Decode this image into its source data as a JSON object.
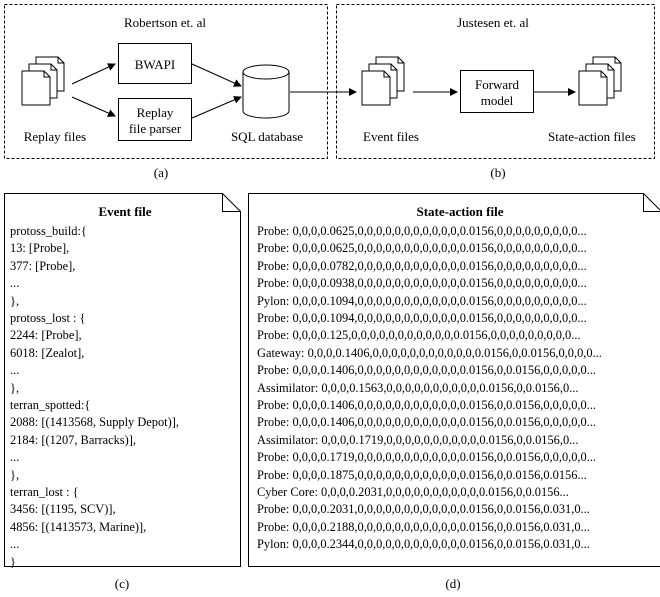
{
  "panel_a": {
    "title": "Robertson et. al",
    "replay_files_label": "Replay files",
    "bwapi_label": "BWAPI",
    "parser_label_line1": "Replay",
    "parser_label_line2": "file parser",
    "sql_label": "SQL database",
    "caption": "(a)"
  },
  "panel_b": {
    "title": "Justesen et. al",
    "event_files_label": "Event files",
    "forward_model_line1": "Forward",
    "forward_model_line2": "model",
    "state_action_files_label": "State-action files",
    "caption": "(b)"
  },
  "panel_c": {
    "title": "Event file",
    "lines": [
      "protoss_build:{",
      "   13: [Probe],",
      "   377: [Probe],",
      "   ...",
      "},",
      "protoss_lost : {",
      "   2244: [Probe],",
      "   6018: [Zealot],",
      "...",
      "},",
      "terran_spotted:{",
      "   2088: [(1413568, Supply Depot)],",
      "   2184: [(1207, Barracks)],",
      "   ...",
      "},",
      "terran_lost : {",
      "   3456: [(1195, SCV)],",
      "   4856: [(1413573, Marine)],",
      "...",
      "}"
    ],
    "caption": "(c)"
  },
  "panel_d": {
    "title": "State-action file",
    "lines": [
      "Probe: 0,0,0,0.0625,0,0,0,0,0,0,0,0,0,0,0,0.0156,0,0,0,0,0,0,0,0,0...",
      "Probe: 0,0,0,0.0625,0,0,0,0,0,0,0,0,0,0,0,0.0156,0,0,0,0,0,0,0,0,0...",
      "Probe: 0,0,0,0.0782,0,0,0,0,0,0,0,0,0,0,0,0.0156,0,0,0,0,0,0,0,0,0...",
      "Probe: 0,0,0,0.0938,0,0,0,0,0,0,0,0,0,0,0,0.0156,0,0,0,0,0,0,0,0,0...",
      "Pylon: 0,0,0,0.1094,0,0,0,0,0,0,0,0,0,0,0,0.0156,0,0,0,0,0,0,0,0,0...",
      "Probe: 0,0,0,0.1094,0,0,0,0,0,0,0,0,0,0,0,0.0156,0,0,0,0,0,0,0,0,0...",
      "Probe: 0,0,0,0.125,0,0,0,0,0,0,0,0,0,0,0,0.0156,0,0,0,0,0,0,0,0,0...",
      "Gateway: 0,0,0,0.1406,0,0,0,0,0,0,0,0,0,0,0,0.0156,0,0.0156,0,0,0,0...",
      "Probe: 0,0,0,0.1406,0,0,0,0,0,0,0,0,0,0,0,0.0156,0,0.0156,0,0,0,0,0...",
      "Assimilator: 0,0,0,0.1563,0,0,0,0,0,0,0,0,0,0,0.0156,0,0.0156,0...",
      "Probe: 0,0,0,0.1406,0,0,0,0,0,0,0,0,0,0,0,0.0156,0,0.0156,0,0,0,0,0...",
      "Probe: 0,0,0,0.1406,0,0,0,0,0,0,0,0,0,0,0,0.0156,0,0.0156,0,0,0,0,0...",
      "Assimilator: 0,0,0,0.1719,0,0,0,0,0,0,0,0,0,0,0.0156,0,0.0156,0...",
      "Probe: 0,0,0,0.1719,0,0,0,0,0,0,0,0,0,0,0,0.0156,0,0.0156,0,0,0,0,0...",
      "Probe: 0,0,0,0.1875,0,0,0,0,0,0,0,0,0,0,0,0.0156,0,0.0156,0.0156...",
      "Cyber Core: 0,0,0,0.2031,0,0,0,0,0,0,0,0,0,0,0.0156,0,0.0156...",
      "Probe: 0,0,0,0.2031,0,0,0,0,0,0,0,0,0,0,0,0.0156,0,0.0156,0.031,0...",
      "Probe: 0,0,0,0.2188,0,0,0,0,0,0,0,0,0,0,0,0.0156,0,0.0156,0.031,0...",
      "Pylon: 0,0,0,0.2344,0,0,0,0,0,0,0,0,0,0,0,0.0156,0,0.0156,0.031,0...",
      "..."
    ],
    "caption": "(d)"
  }
}
